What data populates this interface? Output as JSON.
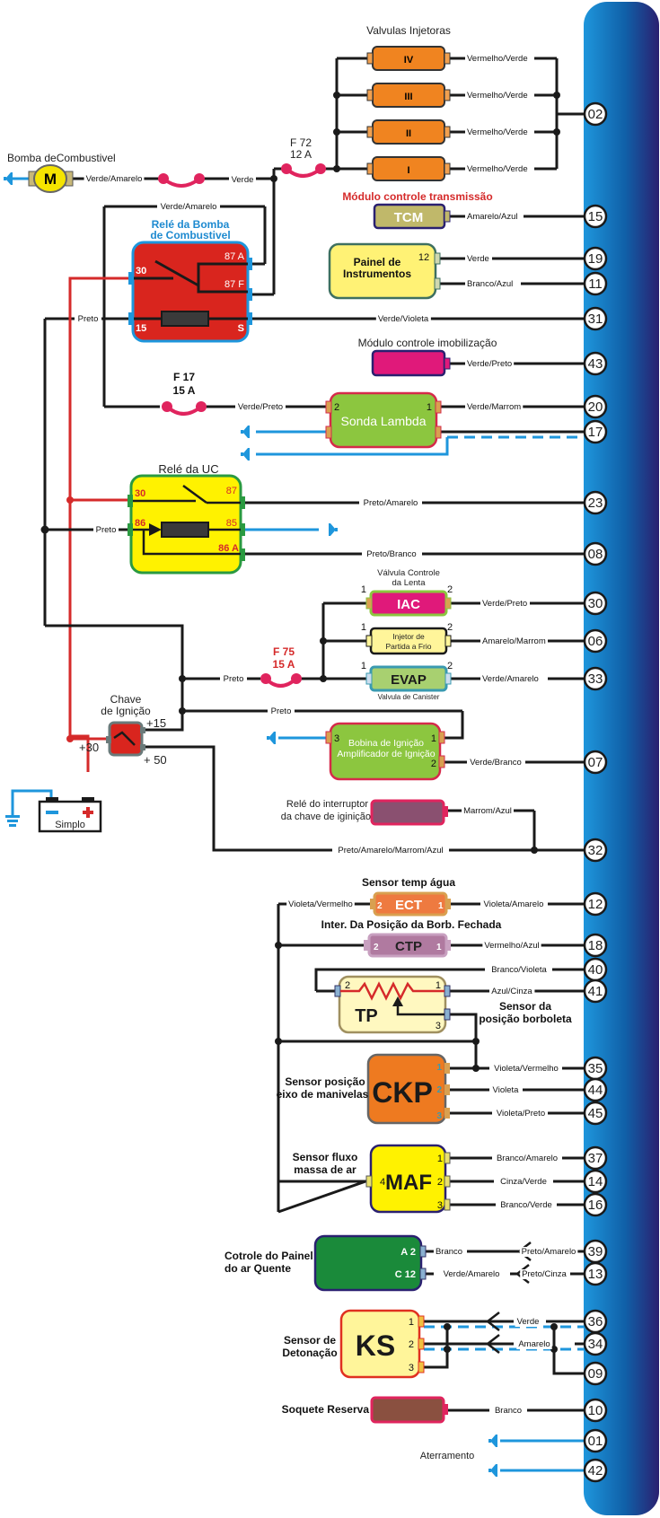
{
  "ecu_connector": {
    "pins": [
      {
        "num": "02"
      },
      {
        "num": "15"
      },
      {
        "num": "19"
      },
      {
        "num": "11"
      },
      {
        "num": "31"
      },
      {
        "num": "43"
      },
      {
        "num": "20"
      },
      {
        "num": "17"
      },
      {
        "num": "23"
      },
      {
        "num": "08"
      },
      {
        "num": "30"
      },
      {
        "num": "06"
      },
      {
        "num": "33"
      },
      {
        "num": "07"
      },
      {
        "num": "32"
      },
      {
        "num": "12"
      },
      {
        "num": "18"
      },
      {
        "num": "40"
      },
      {
        "num": "41"
      },
      {
        "num": "35"
      },
      {
        "num": "44"
      },
      {
        "num": "45"
      },
      {
        "num": "37"
      },
      {
        "num": "14"
      },
      {
        "num": "16"
      },
      {
        "num": "39"
      },
      {
        "num": "13"
      },
      {
        "num": "36"
      },
      {
        "num": "34"
      },
      {
        "num": "09"
      },
      {
        "num": "10"
      },
      {
        "num": "01"
      },
      {
        "num": "42"
      }
    ]
  },
  "fuel_pump": {
    "title": "Bomba deCombustivel",
    "symbol": "M",
    "wire": "Verde/Amarelo",
    "wire2": "Verde"
  },
  "fuses": {
    "f72": {
      "name": "F 72",
      "rating": "12 A"
    },
    "f17": {
      "name": "F 17",
      "rating": "15 A"
    },
    "f75": {
      "name": "F 75",
      "rating": "15 A"
    }
  },
  "injectors": {
    "title": "Valvulas Injetoras",
    "items": [
      {
        "label": "IV",
        "wire": "Vermelho/Verde"
      },
      {
        "label": "III",
        "wire": "Vermelho/Verde"
      },
      {
        "label": "II",
        "wire": "Vermelho/Verde"
      },
      {
        "label": "I",
        "wire": "Vermelho/Verde"
      }
    ]
  },
  "tcm": {
    "title": "Módulo controle transmissão",
    "label": "TCM",
    "wire": "Amarelo/Azul"
  },
  "pump_relay": {
    "title1": "Relé da Bomba",
    "title2": "de Combustivel",
    "pins": {
      "p30": "30",
      "p87a": "87 A",
      "p87f": "87 F",
      "p15": "15",
      "ps": "S"
    },
    "wire_top": "Verde/Amarelo",
    "wire_left": "Preto",
    "wire_s": "Verde/Violeta"
  },
  "instrument_panel": {
    "title1": "Painel de",
    "title2": "Instrumentos",
    "pin": "12",
    "wire1": "Verde",
    "wire2": "Branco/Azul"
  },
  "immobilizer": {
    "title": "Módulo controle imobilização",
    "wire": "Verde/Preto"
  },
  "lambda": {
    "label": "Sonda Lambda",
    "pin1": "1",
    "pin2": "2",
    "wire_in": "Verde/Preto",
    "wire_out": "Verde/Marrom"
  },
  "uc_relay": {
    "title": "Relé da UC",
    "pins": {
      "p30": "30",
      "p87": "87",
      "p86": "86",
      "p85": "85",
      "p86a": "86 A"
    },
    "wire_left": "Preto",
    "wire_87": "Preto/Amarelo",
    "wire_86a": "Preto/Branco"
  },
  "iac": {
    "title1": "Válvula Controle",
    "title2": "da Lenta",
    "label": "IAC",
    "pin1": "1",
    "pin2": "2",
    "wire": "Verde/Preto"
  },
  "cold_start": {
    "label1": "Injetor de",
    "label2": "Partida a Frio",
    "pin1": "1",
    "pin2": "2",
    "wire": "Amarelo/Marrom"
  },
  "evap": {
    "label": "EVAP",
    "subtitle": "Valvula de Canister",
    "pin1": "1",
    "pin2": "2",
    "wire": "Verde/Amarelo"
  },
  "f75_wire": "Preto",
  "ignition_switch": {
    "title1": "Chave",
    "title2": "de Ignição",
    "p15": "+15",
    "p30": "+30",
    "p50": "+ 50",
    "wire": "Preto"
  },
  "ignition_coil": {
    "label1": "Bobina de Ignição",
    "label2": "Amplificador de Ignição",
    "pin1": "1",
    "pin2": "2",
    "pin3": "3",
    "wire": "Verde/Branco"
  },
  "battery": {
    "label": "Simplo",
    "neg": "−",
    "pos": "+"
  },
  "ign_relay": {
    "title1": "Relé do interruptor",
    "title2": "da chave de iginição",
    "wire": "Marrom/Azul",
    "wire_main": "Preto/Amarelo/Marrom/Azul"
  },
  "ect": {
    "title": "Sensor temp  água",
    "label": "ECT",
    "pin1": "1",
    "pin2": "2",
    "wire_in": "Violeta/Vermelho",
    "wire_out": "Violeta/Amarelo"
  },
  "ctp": {
    "title": "Inter. Da Posição da Borb. Fechada",
    "label": "CTP",
    "pin1": "1",
    "pin2": "2",
    "wire": "Vermelho/Azul"
  },
  "tp": {
    "label": "TP",
    "pin1": "1",
    "pin2": "2",
    "pin3": "3",
    "wire40": "Branco/Violeta",
    "wire41": "Azul/Cinza",
    "title1": "Sensor da",
    "title2": "posição borboleta"
  },
  "ckp": {
    "title1": "Sensor posição",
    "title2": "eixo de manivelas",
    "label": "CKP",
    "pin1": "1",
    "pin2": "2",
    "pin3": "3",
    "wire1": "Violeta/Vermelho",
    "wire2": "Violeta",
    "wire3": "Violeta/Preto"
  },
  "maf": {
    "title1": "Sensor fluxo",
    "title2": "massa de ar",
    "label": "MAF",
    "pin1": "1",
    "pin2": "2",
    "pin3": "3",
    "pin4": "4",
    "wire1": "Branco/Amarelo",
    "wire2": "Cinza/Verde",
    "wire3": "Branco/Verde"
  },
  "ac_panel": {
    "title1": "Cotrole do Painel",
    "title2": "do ar Quente",
    "pinA": "A 2",
    "pinC": "C 12",
    "wireA_in": "Branco",
    "wireA_out": "Preto/Amarelo",
    "wireC_in": "Verde/Amarelo",
    "wireC_out": "Preto/Cinza"
  },
  "ks": {
    "title1": "Sensor de",
    "title2": "Detonação",
    "label": "KS",
    "pin1": "1",
    "pin2": "2",
    "pin3": "3",
    "wire1": "Verde",
    "wire2": "Amarelo"
  },
  "spare": {
    "title": "Soquete Reserva",
    "wire": "Branco"
  },
  "ground": {
    "title": "Aterramento"
  },
  "colors": {
    "ecu_light": "#1e96dc",
    "ecu_dark": "#2a2070",
    "wire_red": "#d52a2a",
    "wire_blue": "#1e96dc",
    "fuse": "#e0245e"
  }
}
